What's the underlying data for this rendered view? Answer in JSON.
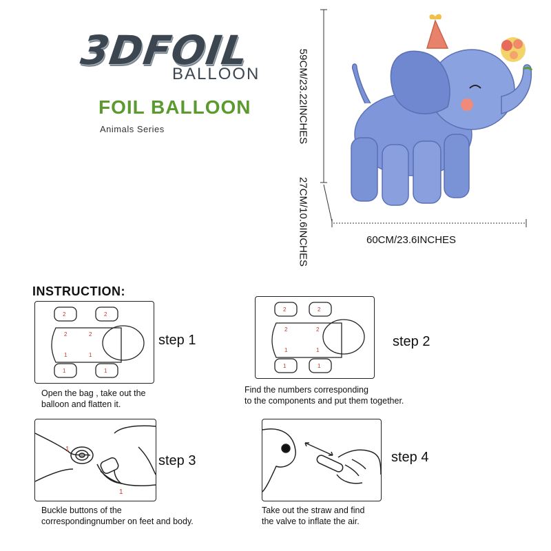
{
  "logo": {
    "main": "3DFOIL",
    "sub": "BALLOON"
  },
  "headline": "FOIL BALLOON",
  "series": "Animals Series",
  "dimensions": {
    "height": "59CM/23.22INCHES",
    "depth": "27CM/10.6INCHES",
    "width": "60CM/23.6INCHES"
  },
  "instruction_title": "INSTRUCTION:",
  "steps": [
    {
      "label": "step 1",
      "caption_line1": "Open the bag , take out the",
      "caption_line2": "balloon and flatten it."
    },
    {
      "label": "step 2",
      "caption_line1": "Find the numbers corresponding",
      "caption_line2": "to the components and put them together."
    },
    {
      "label": "step 3",
      "caption_line1": "Buckle buttons of the",
      "caption_line2": "correspondingnumber on feet and body."
    },
    {
      "label": "step 4",
      "caption_line1": "Take out the straw and find",
      "caption_line2": "the valve to inflate the air."
    }
  ],
  "part_numbers": [
    "2",
    "1"
  ],
  "colors": {
    "headline": "#5a9a2e",
    "balloon": "#7a92d6",
    "number_marks": "#c0392b"
  },
  "icons": [
    "elephant-balloon-image",
    "hand-icon",
    "straw-icon",
    "button-clasp-icon"
  ]
}
